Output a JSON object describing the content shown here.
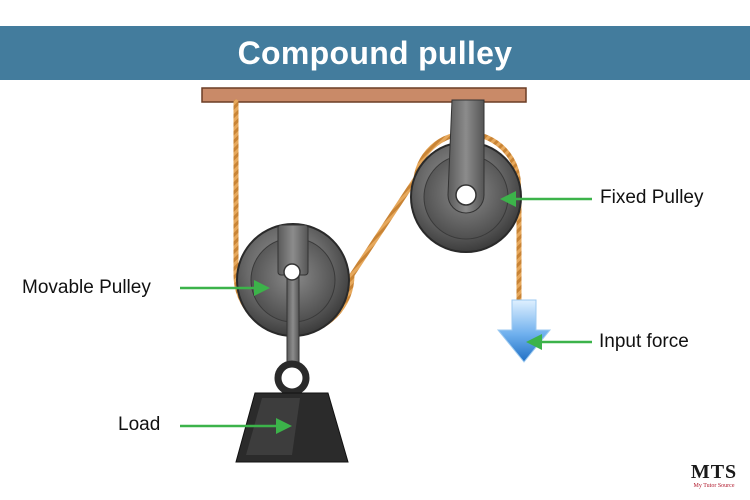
{
  "title": "Compound pulley",
  "labels": {
    "fixed_pulley": "Fixed Pulley",
    "movable_pulley": "Movable Pulley",
    "input_force": "Input force",
    "load": "Load"
  },
  "logo": {
    "mark": "MTS",
    "subtitle": "My Tutor Source"
  },
  "colors": {
    "banner": "#437c9d",
    "beam": "#c98a68",
    "rope": "#e3a55c",
    "arrow_pointer": "#3cb34a",
    "force_arrow": "#2b7fd0",
    "pulley": "#555555",
    "load": "#2a2a2a"
  }
}
